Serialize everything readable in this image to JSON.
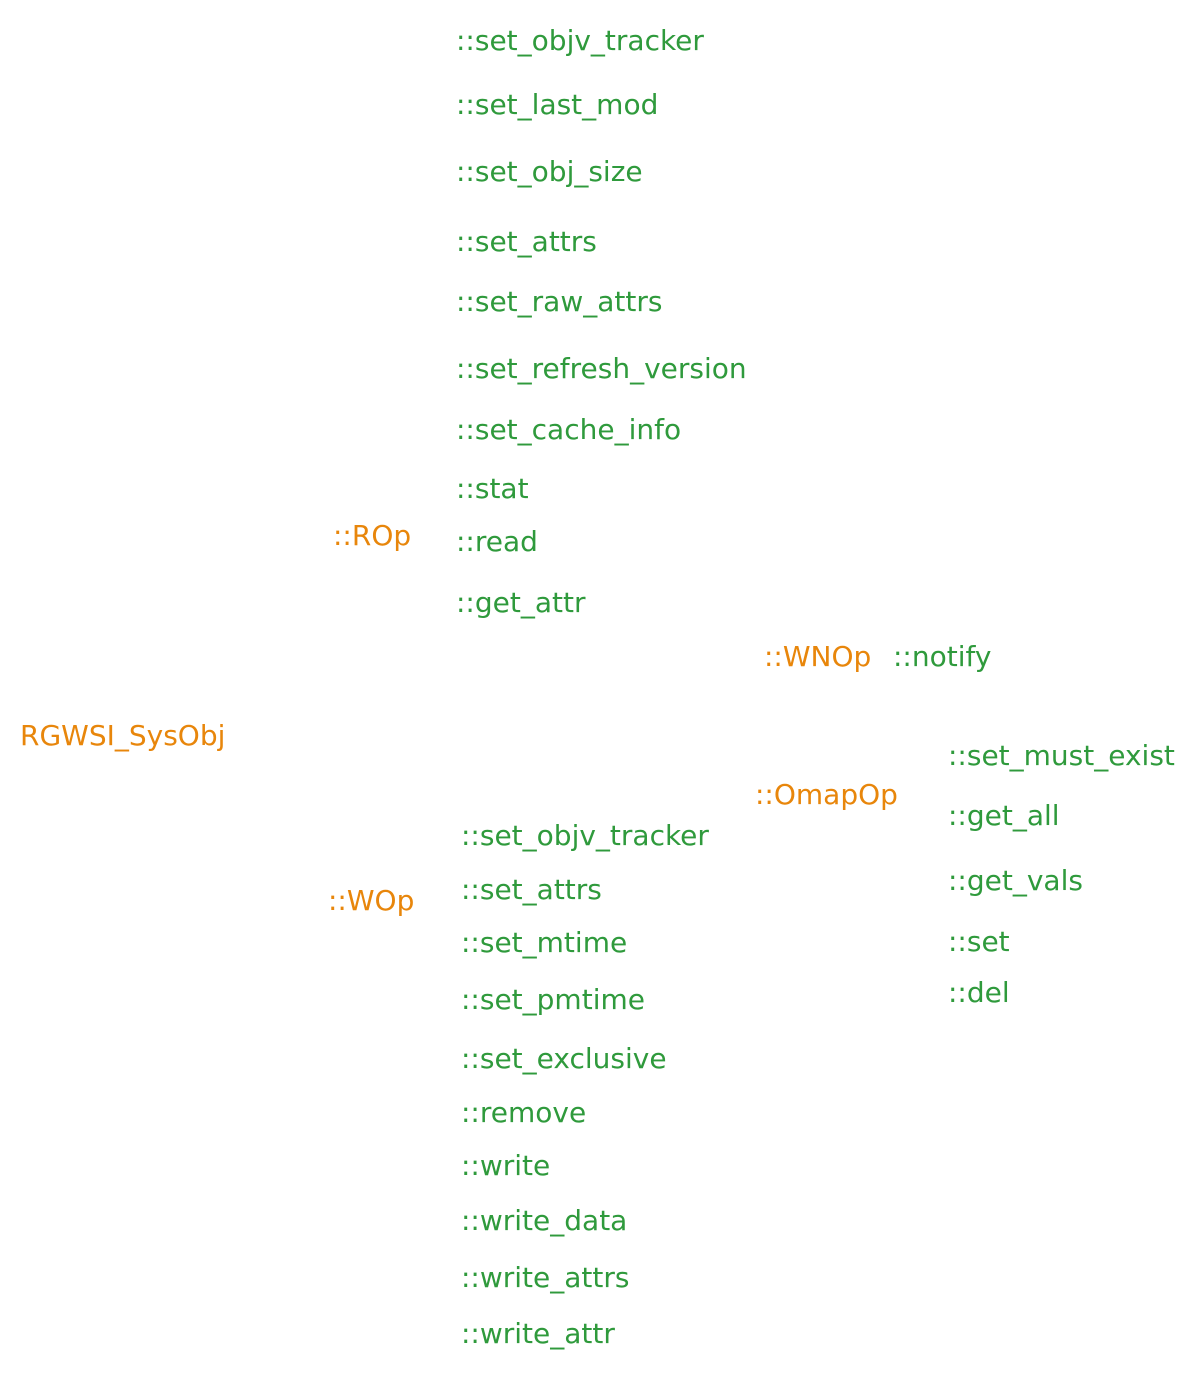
{
  "root": "RGWSI_SysObj",
  "rop": {
    "label": "::ROp",
    "methods": [
      "::set_objv_tracker",
      "::set_last_mod",
      "::set_obj_size",
      "::set_attrs",
      "::set_raw_attrs",
      "::set_refresh_version",
      "::set_cache_info",
      "::stat",
      "::read",
      "::get_attr"
    ]
  },
  "wnop": {
    "label": "::WNOp",
    "methods": [
      "::notify"
    ]
  },
  "omapop": {
    "label": "::OmapOp",
    "methods": [
      "::set_must_exist",
      "::get_all",
      "::get_vals",
      "::set",
      "::del"
    ]
  },
  "wop": {
    "label": "::WOp",
    "methods": [
      "::set_objv_tracker",
      "::set_attrs",
      "::set_mtime",
      "::set_pmtime",
      "::set_exclusive",
      "::remove",
      "::write",
      "::write_data",
      "::write_attrs",
      "::write_attr"
    ]
  },
  "colors": {
    "class": "#e8860b",
    "method": "#2f9a3c"
  }
}
